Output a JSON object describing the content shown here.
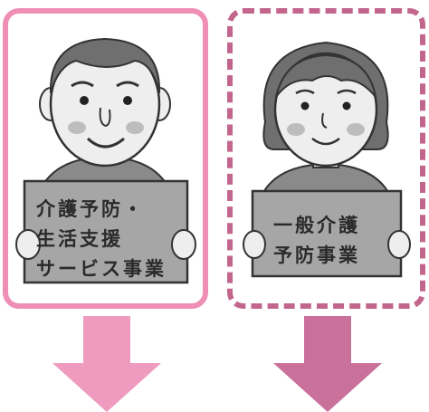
{
  "left_panel": {
    "sign_lines": [
      "介護予防・",
      "生活支援",
      "サービス事業"
    ]
  },
  "right_panel": {
    "sign_lines": [
      "一般介護",
      "予防事業"
    ]
  },
  "colors": {
    "left_border": "#ef8fb5",
    "right_border": "#c3668d",
    "left_arrow": "#ef9bbf",
    "right_arrow": "#c9719a",
    "skin": "#eeeeee",
    "hair": "#6f6f6f",
    "shirt": "#8a8a8a",
    "sign_board": "#a6a6a6"
  },
  "icons": [
    "man-illustration",
    "woman-illustration",
    "down-arrow-icon"
  ]
}
